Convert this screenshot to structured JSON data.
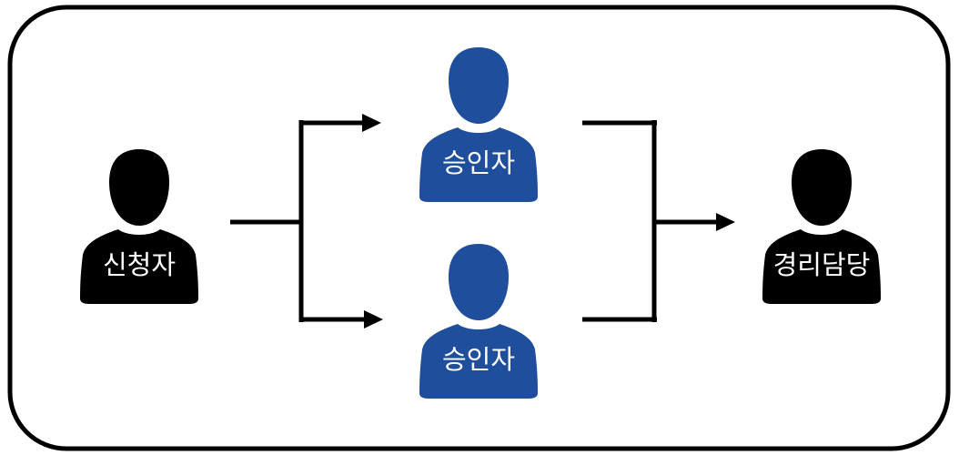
{
  "diagram": {
    "nodes": {
      "requester": {
        "label": "신청자",
        "color": "#000000"
      },
      "approver_1": {
        "label": "승인자",
        "color": "#1f4e9c"
      },
      "approver_2": {
        "label": "승인자",
        "color": "#1f4e9c"
      },
      "accounting": {
        "label": "경리담당",
        "color": "#000000"
      }
    },
    "colors": {
      "frame": "#000000",
      "connector": "#000000",
      "label_text": "#ffffff"
    }
  }
}
